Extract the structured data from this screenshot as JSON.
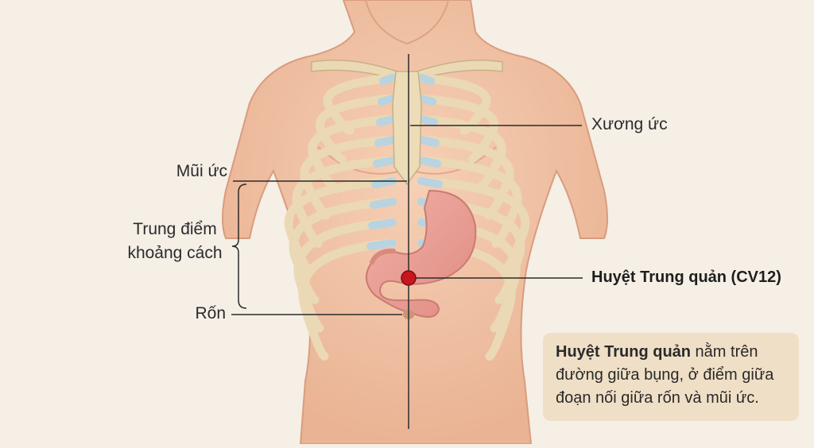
{
  "labels": {
    "sternum": "Xương ức",
    "xiphoid": "Mũi ức",
    "midpoint_line1": "Trung điểm",
    "midpoint_line2": "khoảng cách",
    "navel": "Rốn",
    "acupoint": "Huyệt Trung quản (CV12)"
  },
  "info_box": {
    "title": "Huyệt Trung quản",
    "line1_rest": " nằm trên",
    "line2": "đường giữa bụng, ở điểm giữa",
    "line3": "đoạn nối giữa rốn và mũi ức."
  },
  "colors": {
    "skin": "#f3c6a8",
    "skin_shadow": "#e8ad8c",
    "bone": "#ead9b4",
    "cartilage": "#b9d3e0",
    "stomach": "#eb9e95",
    "acupoint": "#c8161d",
    "line": "#2b2b2b",
    "box": "#efdfc6"
  }
}
